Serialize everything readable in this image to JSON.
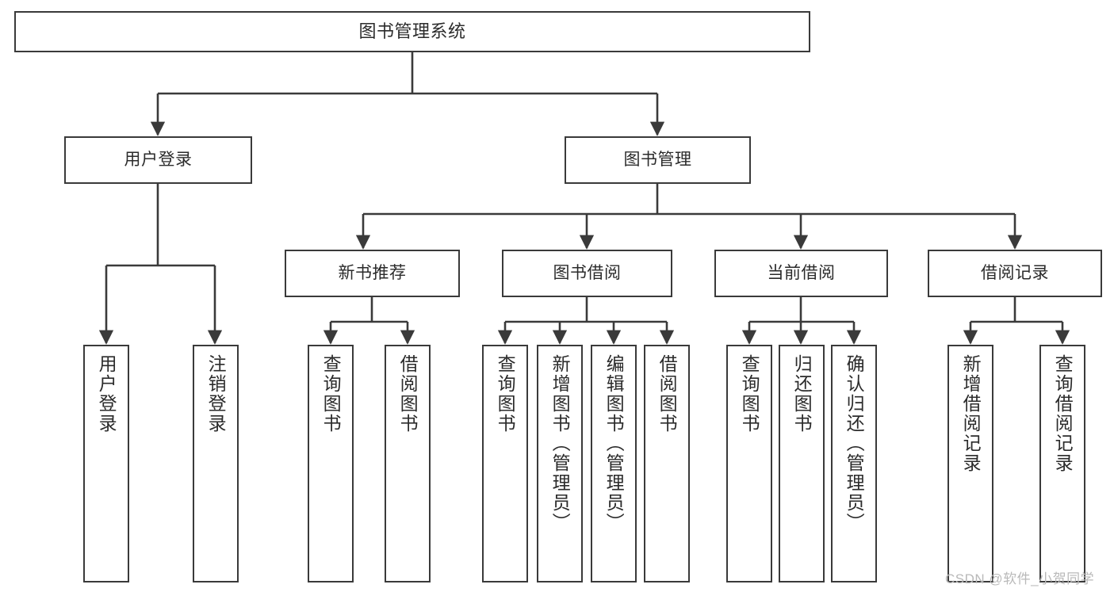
{
  "diagram": {
    "title": "图书管理系统",
    "type": "tree-hierarchy-chart",
    "colors": {
      "box_border": "#3a3a3a",
      "box_fill": "#ffffff",
      "edge": "#3a3a3a",
      "text": "#2b2b2b",
      "watermark": "#b9b9b9"
    },
    "root": {
      "label": "图书管理系统"
    },
    "level1": [
      {
        "label": "用户登录"
      },
      {
        "label": "图书管理"
      }
    ],
    "level2": [
      {
        "label": "新书推荐"
      },
      {
        "label": "图书借阅"
      },
      {
        "label": "当前借阅"
      },
      {
        "label": "借阅记录"
      }
    ],
    "leaves": {
      "user_login": [
        {
          "label": "用户登录"
        },
        {
          "label": "注销登录"
        }
      ],
      "new_book_recommend": [
        {
          "label": "查询图书"
        },
        {
          "label": "借阅图书"
        }
      ],
      "book_borrow": [
        {
          "label": "查询图书"
        },
        {
          "label": "新增图书（管理员）"
        },
        {
          "label": "编辑图书（管理员）"
        },
        {
          "label": "借阅图书"
        }
      ],
      "current_borrow": [
        {
          "label": "查询图书"
        },
        {
          "label": "归还图书"
        },
        {
          "label": "确认归还（管理员）"
        }
      ],
      "borrow_records": [
        {
          "label": "新增借阅记录"
        },
        {
          "label": "查询借阅记录"
        }
      ]
    },
    "watermark": "CSDN @软件_小贺同学"
  }
}
